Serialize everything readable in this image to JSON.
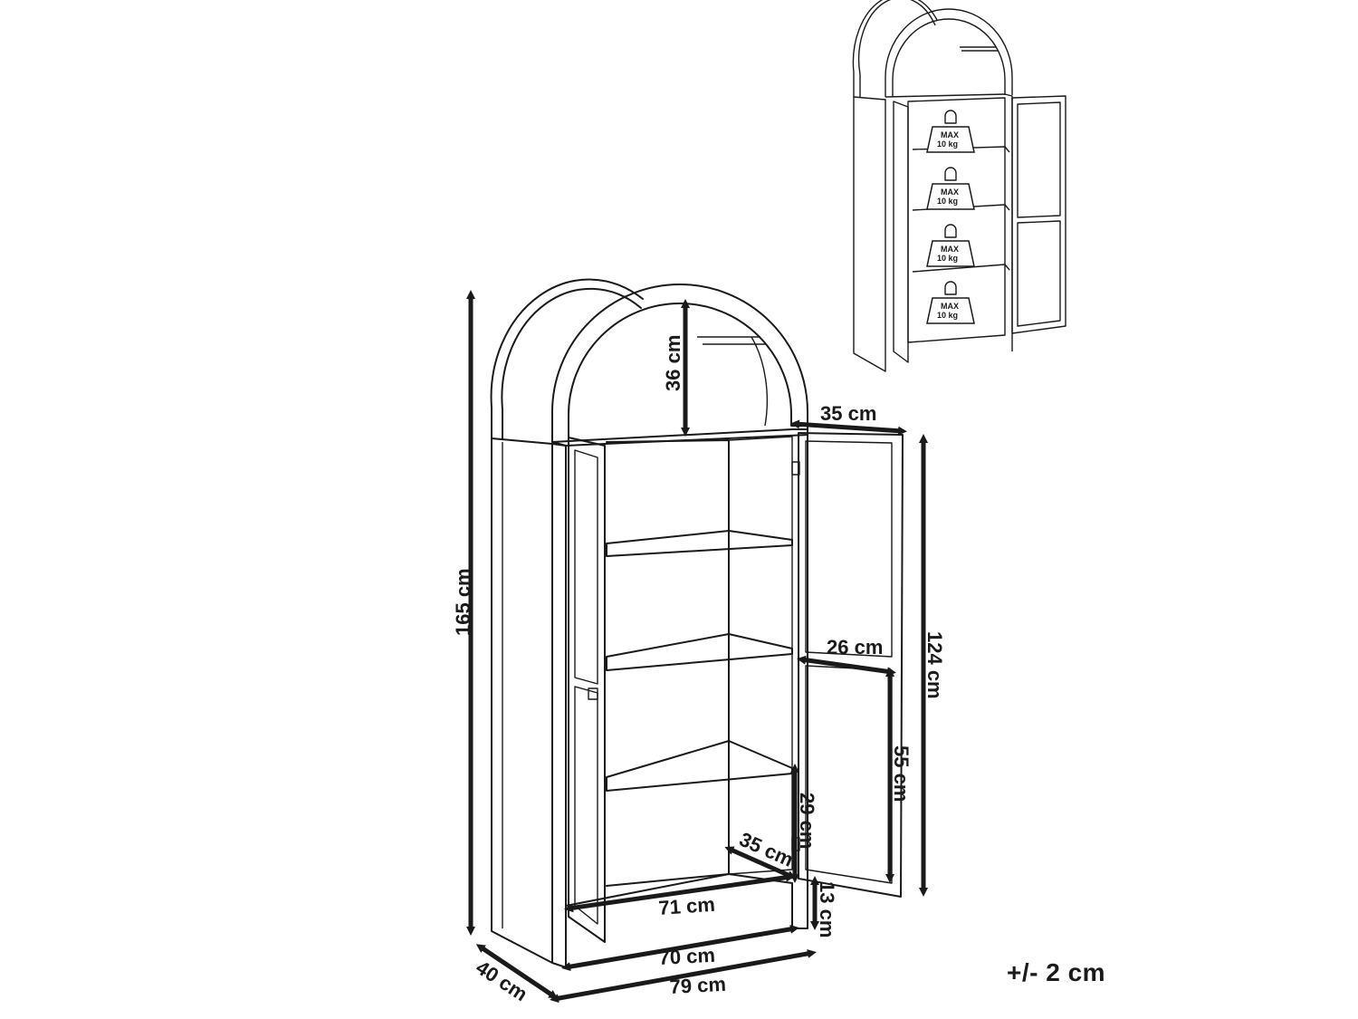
{
  "dimensions": {
    "total_height": "165 cm",
    "arch_height": "36 cm",
    "door_width": "35 cm",
    "door_height": "124 cm",
    "interior_depth": "26 cm",
    "door_glass_height": "55 cm",
    "bottom_compartment_height": "29 cm",
    "bottom_shelf_depth": "35 cm",
    "inner_width": "71 cm",
    "leg_height": "13 cm",
    "base_width": "70 cm",
    "total_width": "79 cm",
    "total_depth": "40 cm"
  },
  "tolerance": "+/- 2 cm",
  "shelf_load": {
    "max_label": "MAX",
    "weight_label": "10 kg"
  }
}
